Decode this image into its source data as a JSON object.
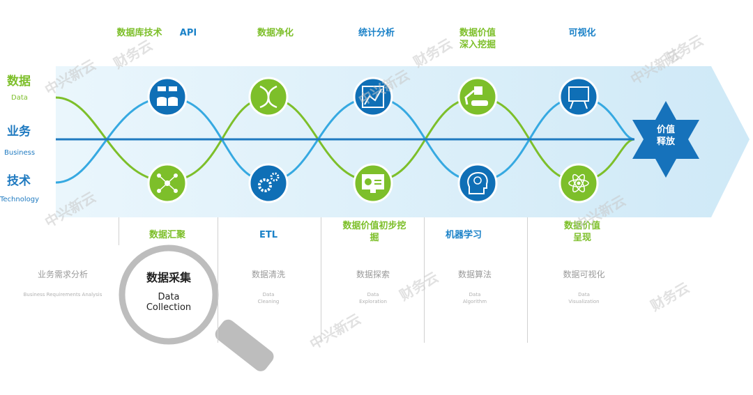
{
  "top_labels": [
    {
      "text": "数据库技术",
      "color": "green"
    },
    {
      "text": "API",
      "color": "blue"
    },
    {
      "text": "数据净化",
      "color": "green"
    },
    {
      "text": "统计分析",
      "color": "blue"
    },
    {
      "text": "数据价值\n深入挖掘",
      "color": "green"
    },
    {
      "text": "可视化",
      "color": "blue"
    }
  ],
  "left_labels": {
    "data_cn": "数据",
    "data_en": "Data",
    "business_cn": "业务",
    "business_en": "Business",
    "tech_cn": "技术",
    "tech_en": "Technology"
  },
  "star_label": "价值\n释放",
  "bottom_labels": [
    {
      "text": "数据汇聚",
      "color": "green"
    },
    {
      "text": "ETL",
      "color": "blue"
    },
    {
      "text": "数据价值初步挖\n掘",
      "color": "green"
    },
    {
      "text": "机器学习",
      "color": "blue"
    },
    {
      "text": "数据价值\n呈现",
      "color": "green"
    }
  ],
  "stages": [
    {
      "cn": "业务需求分析",
      "en": "Business Requirements Analysis"
    },
    {
      "cn": "数据清洗",
      "en": "Data\nCleaning"
    },
    {
      "cn": "数据探索",
      "en": "Data\nExploration"
    },
    {
      "cn": "数据算法",
      "en": "Data\nAlgorithm"
    },
    {
      "cn": "数据可视化",
      "en": "Data\nVisualization"
    }
  ],
  "magnifier": {
    "cn": "数据采集",
    "en": "Data\nCollection"
  },
  "icons_top": [
    "database-server-icon",
    "dna-icon",
    "statistics-chart-icon",
    "excavator-icon",
    "presentation-board-icon"
  ],
  "icons_bottom": [
    "network-hub-icon",
    "gears-icon",
    "monitor-chart-icon",
    "brain-head-icon",
    "atom-icon"
  ],
  "watermarks": [
    "中兴新云",
    "财务云"
  ],
  "colors": {
    "green": "#7dbf2a",
    "blue": "#1b82c8",
    "band": "#d9eef9",
    "line_blue": "#1f7ac0",
    "curve_blue": "#36a9e1",
    "circle_dark": "#0f6fb6",
    "gray": "#9a9a9a"
  }
}
